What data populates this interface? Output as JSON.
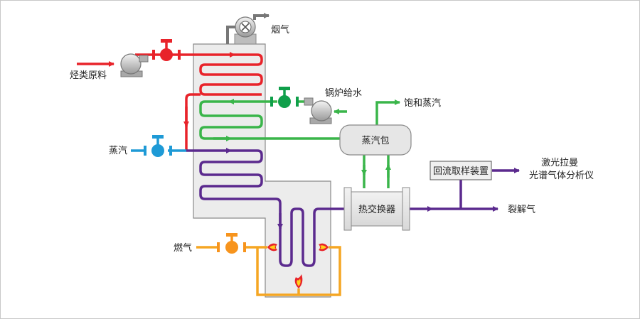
{
  "labels": {
    "feedstock": "烃类原料",
    "flue_gas": "烟气",
    "boiler_water": "锅炉给水",
    "saturated_steam": "饱和蒸汽",
    "steam_drum": "蒸汽包",
    "steam": "蒸汽",
    "sampling_device": "回流取样装置",
    "analyzer_line1": "激光拉曼",
    "analyzer_line2": "光谱气体分析仪",
    "heat_exchanger": "热交换器",
    "cracked_gas": "裂解气",
    "fuel_gas": "燃气"
  },
  "colors": {
    "feedstock": "#e8232a",
    "boiler_water": "#3ab54a",
    "valve_green": "#0f9f4a",
    "steam": "#1e9ad6",
    "process": "#5b2a8e",
    "fuel": "#f5a623",
    "fuel_valve": "#f7941d",
    "furnace_fill": "#ececec",
    "furnace_stroke": "#8a8a8a",
    "equipment_fill": "#e6e6e6"
  },
  "icons": {
    "fan": "fan-icon",
    "pump": "pump-icon",
    "valve": "valve-icon",
    "flame": "flame-icon"
  }
}
